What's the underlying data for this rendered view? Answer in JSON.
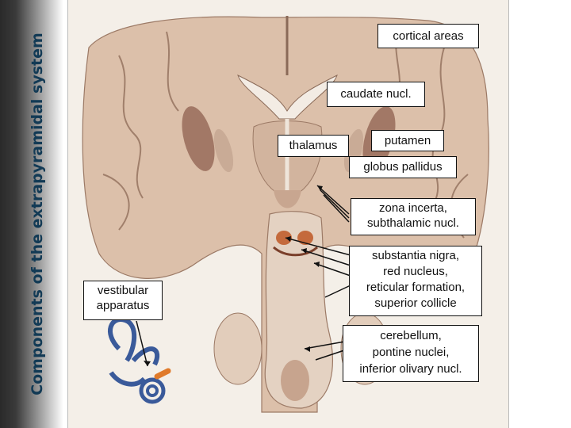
{
  "slide": {
    "side_title": "Components of the extrapyramidal system"
  },
  "labels": {
    "cortical_areas": "cortical areas",
    "caudate": "caudate nucl.",
    "thalamus": "thalamus",
    "putamen": "putamen",
    "globus_pallidus": "globus pallidus",
    "zona_incerta": "zona incerta,\nsubthalamic nucl.",
    "substantia_nigra": "substantia nigra,\nred nucleus,\nreticular formation,\nsuperior collicle",
    "vestibular": "vestibular\napparatus",
    "cerebellum": "cerebellum,\npontine nuclei,\ninferior olivary nucl."
  },
  "colors": {
    "tissue": "#d8b8a2",
    "grey_matter": "#b88a72",
    "nucleus": "#c46a3c",
    "sidebar": "#2a2a2a",
    "title": "#123a55"
  }
}
